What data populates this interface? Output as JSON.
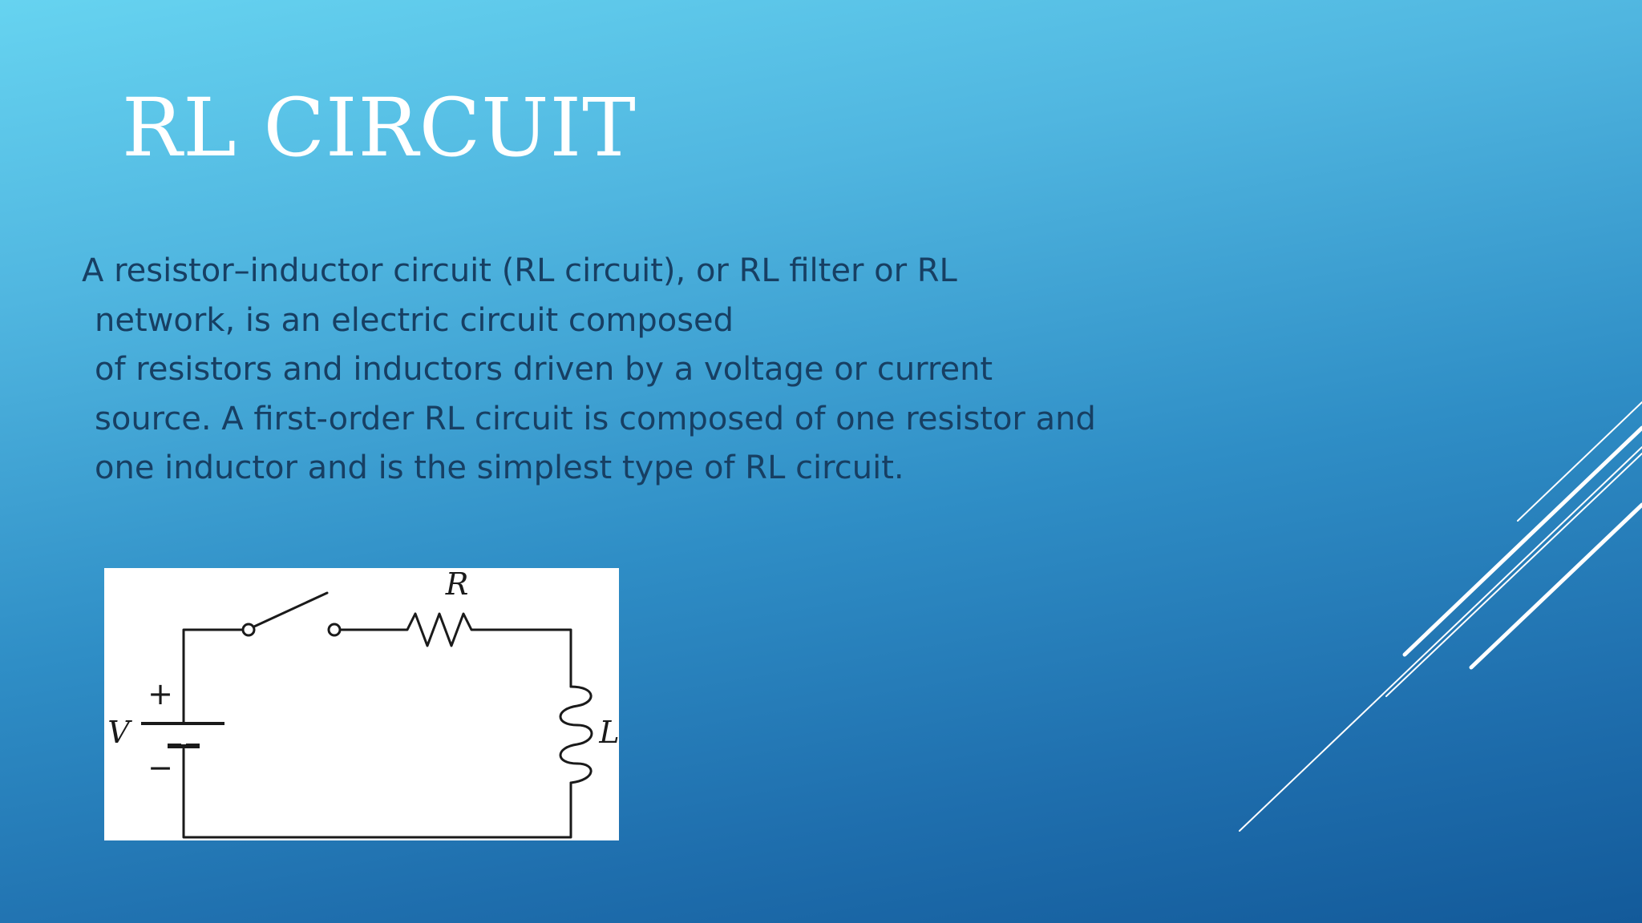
{
  "slide": {
    "title": "RL CIRCUIT",
    "body_lines": [
      "A resistor–inductor circuit (RL circuit), or RL filter or RL",
      "network, is an electric circuit composed",
      "of resistors and inductors driven by a voltage or current",
      "source. A first-order RL circuit is composed of one resistor and",
      "one inductor and is the simplest type of RL circuit."
    ],
    "diagram": {
      "resistor_label": "R",
      "inductor_label": "L",
      "source_label": "V",
      "plus_sign": "+",
      "minus_sign": "−"
    }
  },
  "colors": {
    "background_top": "#66d3f0",
    "background_bottom": "#135a9a",
    "title": "#ffffff",
    "body_text": "#173f63"
  }
}
